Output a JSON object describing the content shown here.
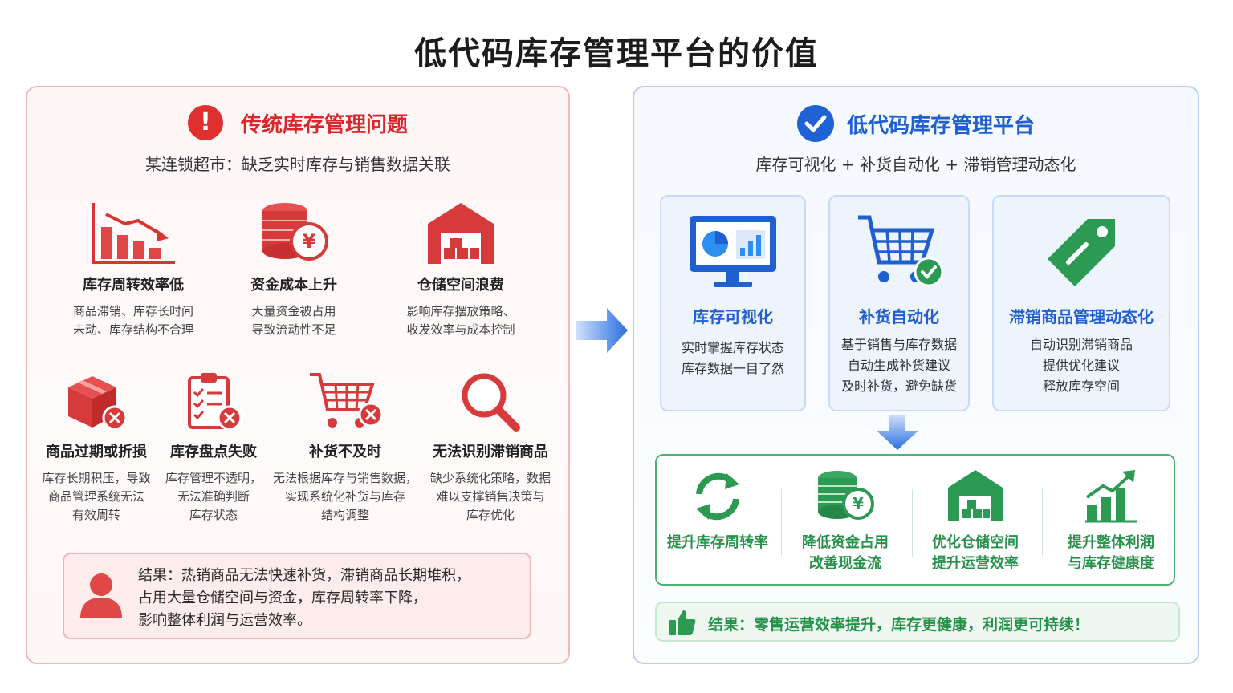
{
  "title": "低代码库存管理平台的价值",
  "left": {
    "title": "传统库存管理问题",
    "subtitle": "某连锁超市：缺乏实时库存与销售数据关联",
    "problems": [
      {
        "icon": "declining-bar-chart-icon",
        "title": "库存周转效率低",
        "lines": [
          "商品滞销、库存长时间",
          "未动、库存结构不合理"
        ]
      },
      {
        "icon": "coin-stack-yen-icon",
        "title": "资金成本上升",
        "lines": [
          "大量资金被占用",
          "导致流动性不足"
        ]
      },
      {
        "icon": "warehouse-icon",
        "title": "仓储空间浪费",
        "lines": [
          "影响库存摆放策略、",
          "收发效率与成本控制"
        ]
      },
      {
        "icon": "damaged-box-icon",
        "title": "商品过期或折损",
        "lines": [
          "库存长期积压，导致",
          "商品管理系统无法",
          "有效周转"
        ]
      },
      {
        "icon": "clipboard-checklist-icon",
        "title": "库存盘点失败",
        "lines": [
          "库存管理不透明，",
          "无法准确判断",
          "库存状态"
        ]
      },
      {
        "icon": "shopping-cart-x-icon",
        "title": "补货不及时",
        "lines": [
          "无法根据库存与销售数据，",
          "实现系统化补货与库存",
          "结构调整"
        ]
      },
      {
        "icon": "magnifier-icon",
        "title": "无法识别滞销商品",
        "lines": [
          "缺少系统化策略，数据",
          "难以支撑销售决策与",
          "库存优化"
        ]
      }
    ],
    "result_lines": [
      "结果：热销商品无法快速补货，滞销商品长期堆积，",
      "占用大量仓储空间与资金，库存周转率下降，",
      "影响整体利润与运营效率。"
    ]
  },
  "right": {
    "title": "低代码库存管理平台",
    "subtitle": "库存可视化 + 补货自动化 + 滞销管理动态化",
    "features": [
      {
        "icon": "monitor-dashboard-icon",
        "title": "库存可视化",
        "lines": [
          "实时掌握库存状态",
          "库存数据一目了然"
        ]
      },
      {
        "icon": "shopping-cart-check-icon",
        "title": "补货自动化",
        "lines": [
          "基于销售与库存数据",
          "自动生成补货建议",
          "及时补货，避免缺货"
        ]
      },
      {
        "icon": "price-tag-icon",
        "title": "滞销商品管理动态化",
        "lines": [
          "自动识别滞销商品",
          "提供优化建议",
          "释放库存空间"
        ]
      }
    ],
    "benefits": [
      {
        "icon": "refresh-cycle-icon",
        "lines": [
          "提升库存周转率"
        ]
      },
      {
        "icon": "coin-stack-yen-icon",
        "lines": [
          "降低资金占用",
          "改善现金流"
        ]
      },
      {
        "icon": "warehouse-icon",
        "lines": [
          "优化仓储空间",
          "提升运营效率"
        ]
      },
      {
        "icon": "rising-bar-chart-icon",
        "lines": [
          "提升整体利润",
          "与库存健康度"
        ]
      }
    ],
    "final_result": "结果：零售运营效率提升，库存更健康，利润更可持续！"
  },
  "colors": {
    "problem_red": "#e02f2f",
    "platform_blue": "#1f62d6",
    "benefit_green": "#2c9a52"
  }
}
